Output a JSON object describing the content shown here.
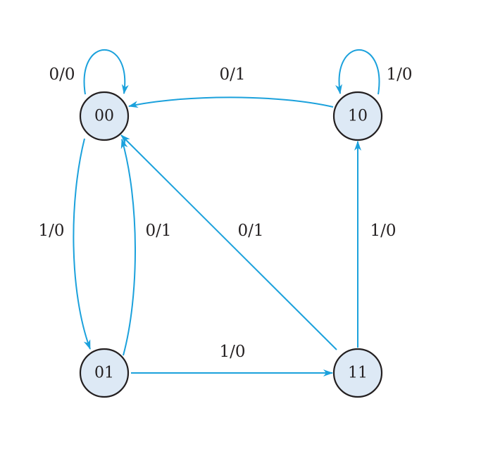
{
  "colors": {
    "edge": "#1ba1dc",
    "state_fill": "#dde9f5",
    "state_stroke": "#231f20",
    "text": "#231f20"
  },
  "states": [
    {
      "id": "s00",
      "label": "00"
    },
    {
      "id": "s10",
      "label": "10"
    },
    {
      "id": "s01",
      "label": "01"
    },
    {
      "id": "s11",
      "label": "11"
    }
  ],
  "transitions": [
    {
      "from": "00",
      "to": "00",
      "label": "0/0"
    },
    {
      "from": "10",
      "to": "10",
      "label": "1/0"
    },
    {
      "from": "10",
      "to": "00",
      "label": "0/1"
    },
    {
      "from": "00",
      "to": "01",
      "label": "1/0"
    },
    {
      "from": "01",
      "to": "00",
      "label": "0/1"
    },
    {
      "from": "11",
      "to": "00",
      "label": "0/1"
    },
    {
      "from": "11",
      "to": "10",
      "label": "1/0"
    },
    {
      "from": "01",
      "to": "11",
      "label": "1/0"
    }
  ]
}
